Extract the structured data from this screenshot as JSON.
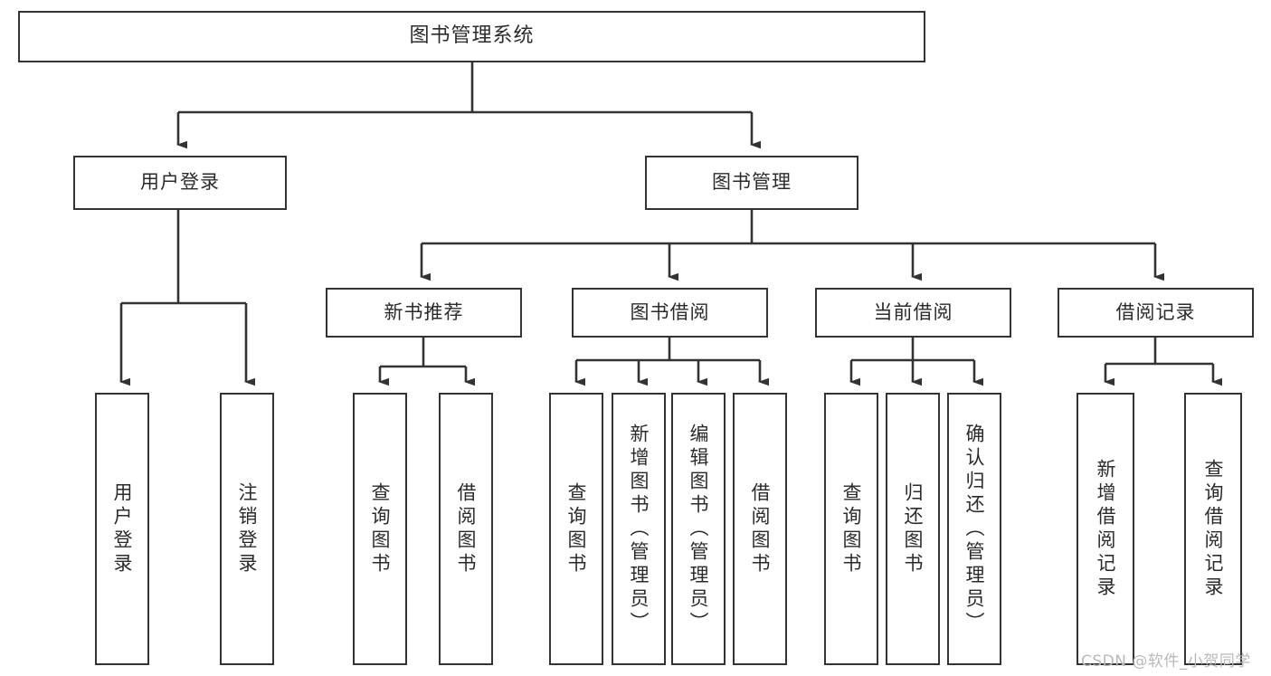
{
  "diagram": {
    "title": "图书管理系统",
    "type": "tree-hierarchy-chart",
    "colors": {
      "box_border": "#333333",
      "box_fill": "#ffffff",
      "line": "#333333",
      "text": "#2b2b2b",
      "watermark": "#b9b9b9",
      "background": "#ffffff"
    },
    "nodes": {
      "root": {
        "label": "图书管理系统"
      },
      "level2": [
        {
          "id": "user-login",
          "label": "用户登录"
        },
        {
          "id": "book-management",
          "label": "图书管理"
        }
      ],
      "level3": [
        {
          "id": "new-book-recommend",
          "label": "新书推荐"
        },
        {
          "id": "book-borrow",
          "label": "图书借阅"
        },
        {
          "id": "current-borrow",
          "label": "当前借阅"
        },
        {
          "id": "borrow-record",
          "label": "借阅记录"
        }
      ],
      "leaves": {
        "user-login": [
          {
            "id": "leaf-user-login",
            "label": "用户登录"
          },
          {
            "id": "leaf-logout-login",
            "label": "注销登录"
          }
        ],
        "new-book-recommend": [
          {
            "id": "leaf-query-book-1",
            "label": "查询图书"
          },
          {
            "id": "leaf-borrow-book-1",
            "label": "借阅图书"
          }
        ],
        "book-borrow": [
          {
            "id": "leaf-query-book-2",
            "label": "查询图书"
          },
          {
            "id": "leaf-add-book",
            "label": "新增图书（管理员）"
          },
          {
            "id": "leaf-edit-book",
            "label": "编辑图书（管理员）"
          },
          {
            "id": "leaf-borrow-book-2",
            "label": "借阅图书"
          }
        ],
        "current-borrow": [
          {
            "id": "leaf-query-book-3",
            "label": "查询图书"
          },
          {
            "id": "leaf-return-book",
            "label": "归还图书"
          },
          {
            "id": "leaf-confirm-return",
            "label": "确认归还（管理员）"
          }
        ],
        "borrow-record": [
          {
            "id": "leaf-add-record",
            "label": "新增借阅记录"
          },
          {
            "id": "leaf-query-record",
            "label": "查询借阅记录"
          }
        ]
      }
    }
  },
  "watermark": {
    "text": "CSDN @软件_小贺同学"
  }
}
